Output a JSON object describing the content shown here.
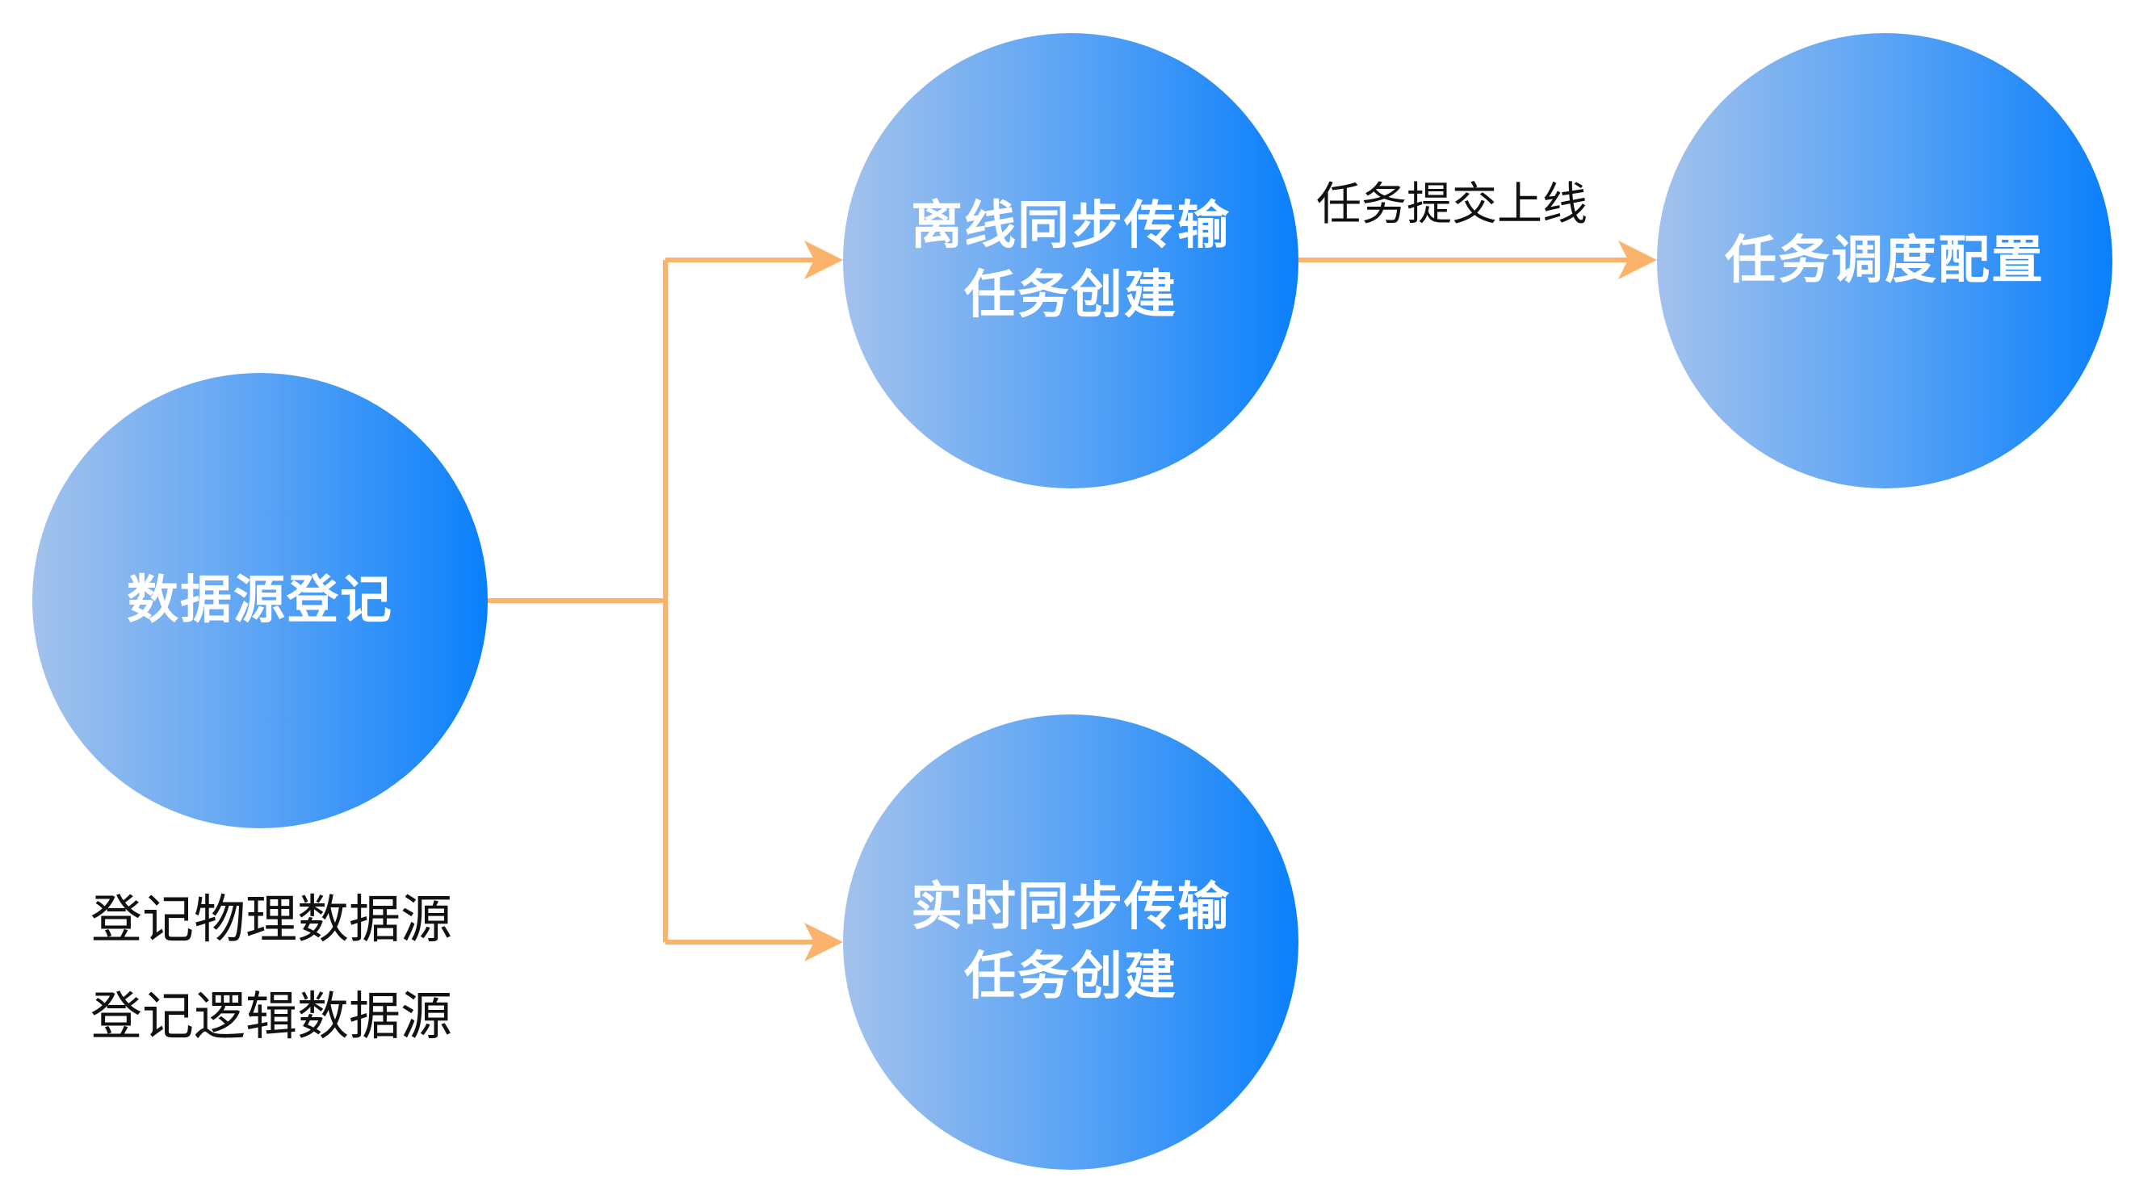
{
  "nodes": {
    "register": "数据源登记",
    "offline": "离线同步传输\n任务创建",
    "realtime": "实时同步传输\n任务创建",
    "schedule": "任务调度配置"
  },
  "edges": {
    "offline_to_schedule_label": "任务提交上线"
  },
  "notes": {
    "items": [
      "登记物理数据源",
      "登记逻辑数据源"
    ]
  },
  "colors": {
    "connector": "#fbb26a",
    "node_gradient_start": "#a3c2ec",
    "node_gradient_end": "#0a80fc",
    "node_text": "#ffffff"
  }
}
